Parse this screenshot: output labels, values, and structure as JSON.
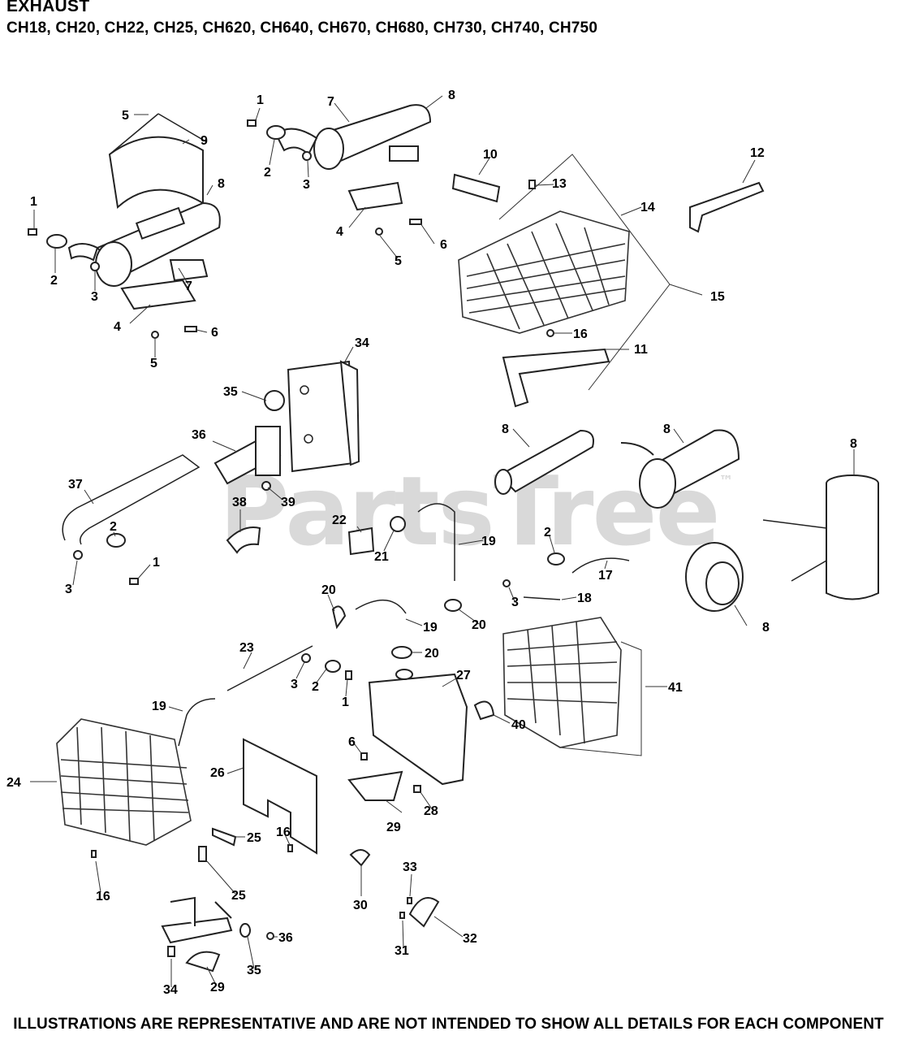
{
  "header": {
    "title": "EXHAUST",
    "models": "CH18, CH20, CH22, CH25, CH620, CH640, CH670, CH680, CH730, CH740, CH750"
  },
  "watermark": "PartsTree",
  "watermark_mark": "™",
  "footer": "ILLUSTRATIONS ARE REPRESENTATIVE AND ARE NOT INTENDED TO SHOW ALL DETAILS FOR EACH COMPONENT",
  "callouts": [
    {
      "id": "c-5a",
      "label": "5"
    },
    {
      "id": "c-9",
      "label": "9"
    },
    {
      "id": "c-8a",
      "label": "8"
    },
    {
      "id": "c-1a",
      "label": "1"
    },
    {
      "id": "c-2a",
      "label": "2"
    },
    {
      "id": "c-3a",
      "label": "3"
    },
    {
      "id": "c-7a",
      "label": "7"
    },
    {
      "id": "c-4a",
      "label": "4"
    },
    {
      "id": "c-6a",
      "label": "6"
    },
    {
      "id": "c-5b",
      "label": "5"
    },
    {
      "id": "c-1b",
      "label": "1"
    },
    {
      "id": "c-7b",
      "label": "7"
    },
    {
      "id": "c-8b",
      "label": "8"
    },
    {
      "id": "c-2b",
      "label": "2"
    },
    {
      "id": "c-3b",
      "label": "3"
    },
    {
      "id": "c-4b",
      "label": "4"
    },
    {
      "id": "c-5c",
      "label": "5"
    },
    {
      "id": "c-6b",
      "label": "6"
    },
    {
      "id": "c-10",
      "label": "10"
    },
    {
      "id": "c-13",
      "label": "13"
    },
    {
      "id": "c-14",
      "label": "14"
    },
    {
      "id": "c-12",
      "label": "12"
    },
    {
      "id": "c-15",
      "label": "15"
    },
    {
      "id": "c-16a",
      "label": "16"
    },
    {
      "id": "c-11",
      "label": "11"
    },
    {
      "id": "c-34a",
      "label": "34"
    },
    {
      "id": "c-35a",
      "label": "35"
    },
    {
      "id": "c-36a",
      "label": "36"
    },
    {
      "id": "c-37",
      "label": "37"
    },
    {
      "id": "c-39",
      "label": "39"
    },
    {
      "id": "c-38",
      "label": "38"
    },
    {
      "id": "c-2c",
      "label": "2"
    },
    {
      "id": "c-1c",
      "label": "1"
    },
    {
      "id": "c-3c",
      "label": "3"
    },
    {
      "id": "c-8c",
      "label": "8"
    },
    {
      "id": "c-8d",
      "label": "8"
    },
    {
      "id": "c-8e",
      "label": "8"
    },
    {
      "id": "c-22",
      "label": "22"
    },
    {
      "id": "c-21",
      "label": "21"
    },
    {
      "id": "c-19a",
      "label": "19"
    },
    {
      "id": "c-2d",
      "label": "2"
    },
    {
      "id": "c-17",
      "label": "17"
    },
    {
      "id": "c-3d",
      "label": "3"
    },
    {
      "id": "c-18",
      "label": "18"
    },
    {
      "id": "c-8f",
      "label": "8"
    },
    {
      "id": "c-20a",
      "label": "20"
    },
    {
      "id": "c-19b",
      "label": "19"
    },
    {
      "id": "c-20b",
      "label": "20"
    },
    {
      "id": "c-23",
      "label": "23"
    },
    {
      "id": "c-20c",
      "label": "20"
    },
    {
      "id": "c-3e",
      "label": "3"
    },
    {
      "id": "c-2e",
      "label": "2"
    },
    {
      "id": "c-1d",
      "label": "1"
    },
    {
      "id": "c-27",
      "label": "27"
    },
    {
      "id": "c-41",
      "label": "41"
    },
    {
      "id": "c-19c",
      "label": "19"
    },
    {
      "id": "c-40",
      "label": "40"
    },
    {
      "id": "c-24",
      "label": "24"
    },
    {
      "id": "c-26",
      "label": "26"
    },
    {
      "id": "c-6c",
      "label": "6"
    },
    {
      "id": "c-28",
      "label": "28"
    },
    {
      "id": "c-29a",
      "label": "29"
    },
    {
      "id": "c-25a",
      "label": "25"
    },
    {
      "id": "c-16b",
      "label": "16"
    },
    {
      "id": "c-16c",
      "label": "16"
    },
    {
      "id": "c-25b",
      "label": "25"
    },
    {
      "id": "c-30",
      "label": "30"
    },
    {
      "id": "c-33",
      "label": "33"
    },
    {
      "id": "c-32",
      "label": "32"
    },
    {
      "id": "c-31",
      "label": "31"
    },
    {
      "id": "c-36b",
      "label": "36"
    },
    {
      "id": "c-35b",
      "label": "35"
    },
    {
      "id": "c-34b",
      "label": "34"
    },
    {
      "id": "c-29b",
      "label": "29"
    }
  ]
}
